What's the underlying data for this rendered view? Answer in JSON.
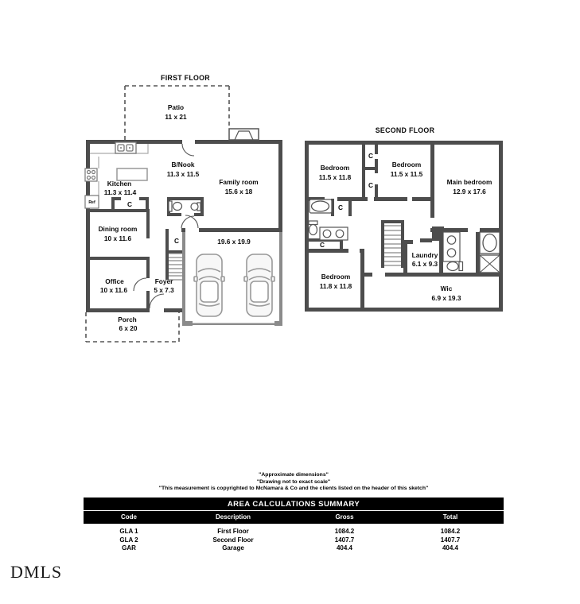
{
  "first_floor": {
    "title": "FIRST FLOOR",
    "rooms": {
      "patio": {
        "name": "Patio",
        "dims": "11 x 21"
      },
      "bnook": {
        "name": "B/Nook",
        "dims": "11.3 x 11.5"
      },
      "kitchen": {
        "name": "Kitchen",
        "dims": "11.3 x 11.4"
      },
      "family_room": {
        "name": "Family room",
        "dims": "15.6 x 18"
      },
      "dining_room": {
        "name": "Dining room",
        "dims": "10 x 11.6"
      },
      "office": {
        "name": "Office",
        "dims": "10 x 11.6"
      },
      "foyer": {
        "name": "Foyer",
        "dims": "5 x 7.3"
      },
      "porch": {
        "name": "Porch",
        "dims": "6 x 20"
      },
      "garage": {
        "dims": "19.6 x 19.9"
      }
    },
    "labels": {
      "closet": "C",
      "fridge": "Ref"
    }
  },
  "second_floor": {
    "title": "SECOND FLOOR",
    "rooms": {
      "bedroom_top_left": {
        "name": "Bedroom",
        "dims": "11.5 x 11.8"
      },
      "bedroom_top_mid": {
        "name": "Bedroom",
        "dims": "11.5 x 11.5"
      },
      "main_bedroom": {
        "name": "Main bedroom",
        "dims": "12.9 x 17.6"
      },
      "bedroom_bottom_left": {
        "name": "Bedroom",
        "dims": "11.8 x 11.8"
      },
      "laundry": {
        "name": "Laundry",
        "dims": "6.1 x 9.3"
      },
      "wic": {
        "name": "Wic",
        "dims": "6.9 x 19.3"
      }
    },
    "labels": {
      "closet": "C"
    }
  },
  "disclaimers": [
    "\"Approximate dimensions\"",
    "\"Drawing not to exact scale\"",
    "\"This measurement is copyrighted to McNamara & Co and the clients listed on the header of this sketch\""
  ],
  "summary_table": {
    "title": "AREA CALCULATIONS SUMMARY",
    "columns": [
      "Code",
      "Description",
      "Gross",
      "Total"
    ],
    "rows": [
      {
        "code": "GLA 1",
        "description": "First Floor",
        "gross": "1084.2",
        "total": "1084.2"
      },
      {
        "code": "GLA 2",
        "description": "Second Floor",
        "gross": "1407.7",
        "total": "1407.7"
      },
      {
        "code": "GAR",
        "description": "Garage",
        "gross": "404.4",
        "total": "404.4"
      }
    ]
  },
  "logo_text": "DMLS",
  "colors": {
    "wall": "#4d4d4d",
    "garage_wall": "#8b8b8b",
    "table_bar": "#000000"
  }
}
